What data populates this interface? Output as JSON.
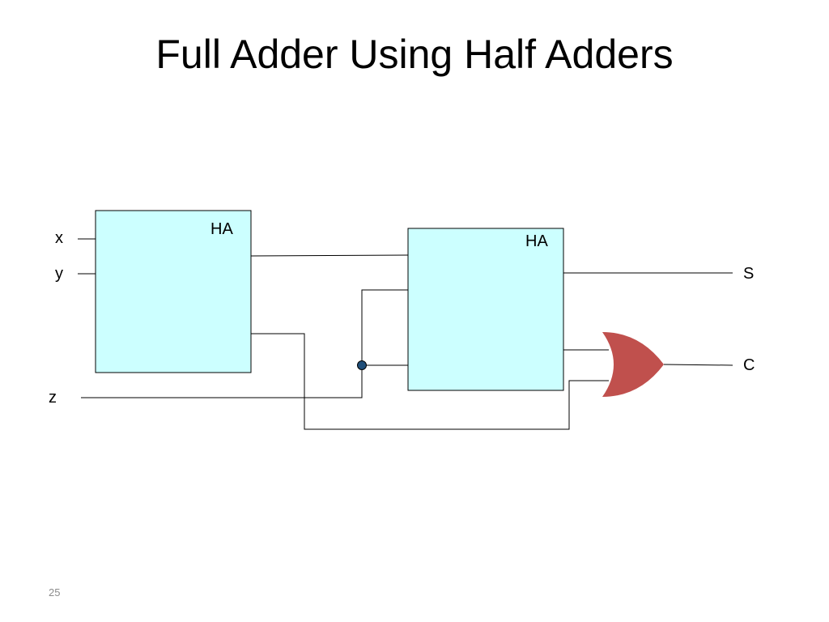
{
  "slide": {
    "title": "Full Adder Using Half Adders",
    "page_number": "25"
  },
  "diagram": {
    "colors": {
      "half_adder_fill": "#ccffff",
      "or_gate_fill": "#c0504d",
      "junction_fill": "#1f4e79",
      "wire": "#000000"
    },
    "half_adders": [
      {
        "label": "HA"
      },
      {
        "label": "HA"
      }
    ],
    "or_gate": {
      "type": "OR",
      "icon": "or-gate-icon"
    },
    "inputs": [
      {
        "label": "x"
      },
      {
        "label": "y"
      },
      {
        "label": "z"
      }
    ],
    "outputs": [
      {
        "label": "S"
      },
      {
        "label": "C"
      }
    ]
  }
}
